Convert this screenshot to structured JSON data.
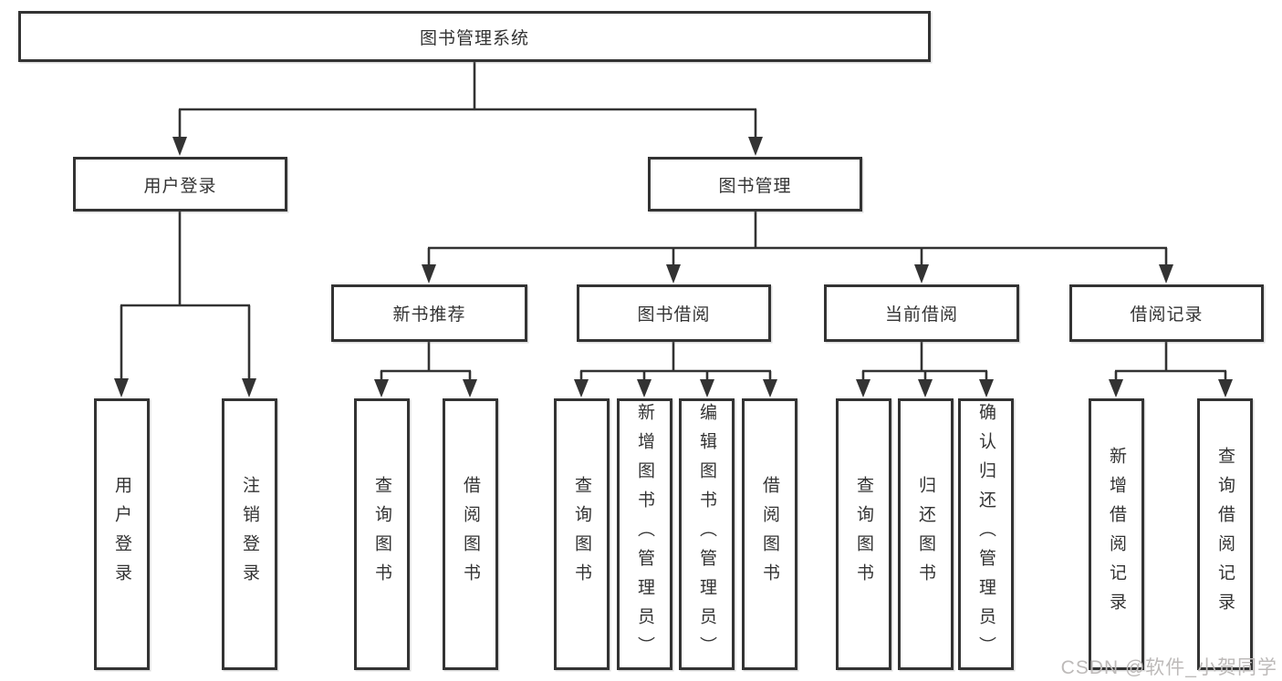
{
  "diagram": {
    "title": "图书管理系统",
    "level2": [
      {
        "label": "用户登录"
      },
      {
        "label": "图书管理"
      }
    ],
    "level3": [
      {
        "label": "新书推荐",
        "parent": "图书管理"
      },
      {
        "label": "图书借阅",
        "parent": "图书管理"
      },
      {
        "label": "当前借阅",
        "parent": "图书管理"
      },
      {
        "label": "借阅记录",
        "parent": "图书管理"
      }
    ],
    "leaves": [
      {
        "label": "用户登录",
        "parent": "用户登录"
      },
      {
        "label": "注销登录",
        "parent": "用户登录"
      },
      {
        "label": "查询图书",
        "parent": "新书推荐"
      },
      {
        "label": "借阅图书",
        "parent": "新书推荐"
      },
      {
        "label": "查询图书",
        "parent": "图书借阅"
      },
      {
        "label": "新增图书（管理员）",
        "parent": "图书借阅"
      },
      {
        "label": "编辑图书（管理员）",
        "parent": "图书借阅"
      },
      {
        "label": "借阅图书",
        "parent": "图书借阅"
      },
      {
        "label": "查询图书",
        "parent": "当前借阅"
      },
      {
        "label": "归还图书",
        "parent": "当前借阅"
      },
      {
        "label": "确认归还（管理员）",
        "parent": "当前借阅"
      },
      {
        "label": "新增借阅记录",
        "parent": "借阅记录"
      },
      {
        "label": "查询借阅记录",
        "parent": "借阅记录"
      }
    ]
  },
  "watermark": {
    "text": "CSDN @软件_小贺同学"
  },
  "colors": {
    "background": "#ffffff",
    "box_fill": "#ffffff",
    "box_border": "#333333",
    "line": "#333333",
    "text": "#333333",
    "watermark": "#bdbab9"
  }
}
